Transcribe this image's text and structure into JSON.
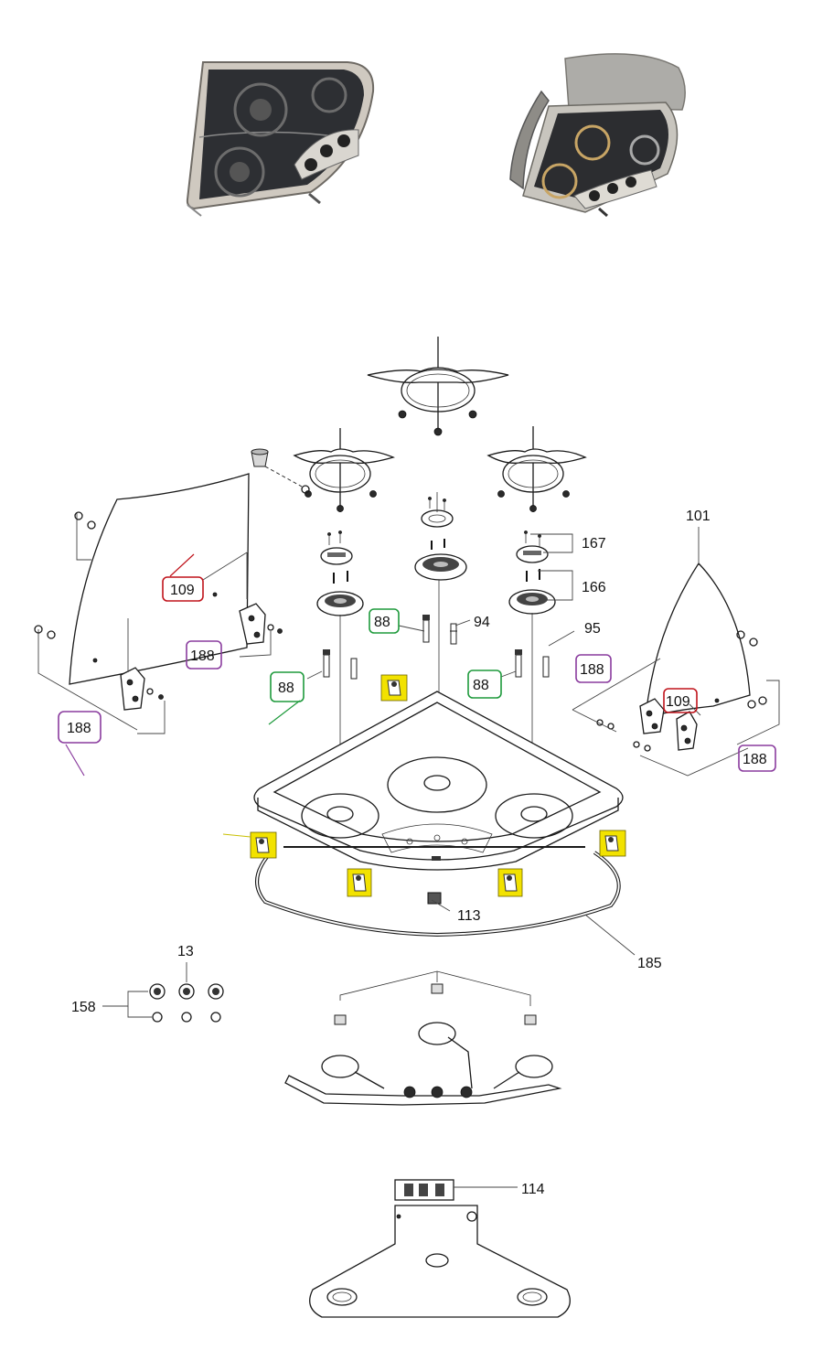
{
  "colors": {
    "red": "#c0141c",
    "green": "#1e9a3c",
    "purple": "#8a3c9e",
    "yellow": "#f2e200"
  },
  "photos": {
    "left": "cooktop-closed-glass-lid-photo",
    "right": "cooktop-open-glass-lid-photo"
  },
  "callouts": {
    "c101": "101",
    "c167": "167",
    "c166": "166",
    "c94": "94",
    "c95": "95",
    "c88a": "88",
    "c88b": "88",
    "c88c": "88",
    "c109a": "109",
    "c109b": "109",
    "c188a": "188",
    "c188b": "188",
    "c188c": "188",
    "c188d": "188",
    "c113": "113",
    "c185": "185",
    "c13": "13",
    "c158": "158",
    "c114": "114"
  }
}
